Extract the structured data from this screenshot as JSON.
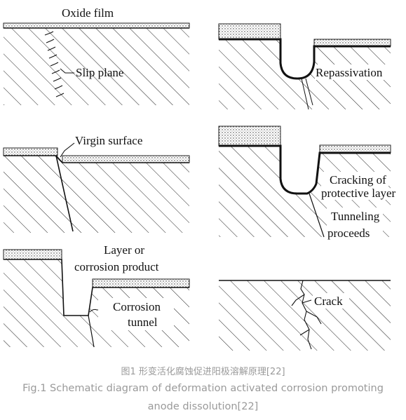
{
  "panels": {
    "p1": {
      "label_top": "Oxide film",
      "label_slip": "Slip plane"
    },
    "p2": {
      "label": "Repassivation"
    },
    "p3": {
      "label": "Virgin surface"
    },
    "p4": {
      "label_line1": "Cracking of",
      "label_line2": "protective layer",
      "label_line3": "Tunneling",
      "label_line4": "proceeds"
    },
    "p5": {
      "label_line1": "Layer or",
      "label_line2": "corrosion product",
      "label_line3": "Corrosion",
      "label_line4": "tunnel"
    },
    "p6": {
      "label": "Crack"
    }
  },
  "caption": {
    "chinese": "图1 形变活化腐蚀促进阳极溶解原理[22]",
    "english_line1": "Fig.1 Schematic diagram of deformation activated corrosion promoting",
    "english_line2": "anode dissolution[22]"
  }
}
